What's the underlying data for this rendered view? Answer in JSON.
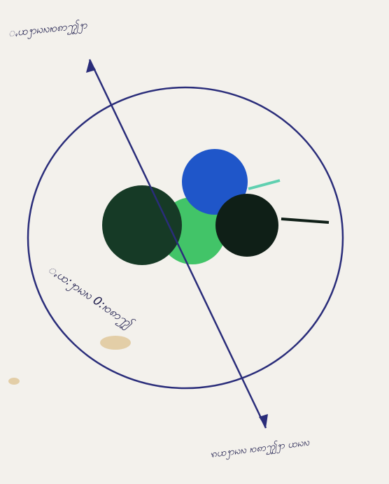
{
  "drawing": {
    "colors": {
      "paper": "#f3f1ec",
      "ink": "#2a2d7a",
      "dark_green": "#163a26",
      "bright_green": "#2fbf5a",
      "blue": "#1f56c9",
      "black_green": "#0f1f17"
    }
  },
  "labels": {
    "top_annotation": "ꩻꩤꩭꩢꩳꩯꩱꩶꩭ",
    "bottom_annotation": "ꩫꩤꩭꩢꩳ ꩯꩱꩶꩭ ꩤꩢꩳ",
    "inner_annotation": "ꩻꩤ:ꩭꩢꩳ 0:ꩯꩱꩶ"
  }
}
